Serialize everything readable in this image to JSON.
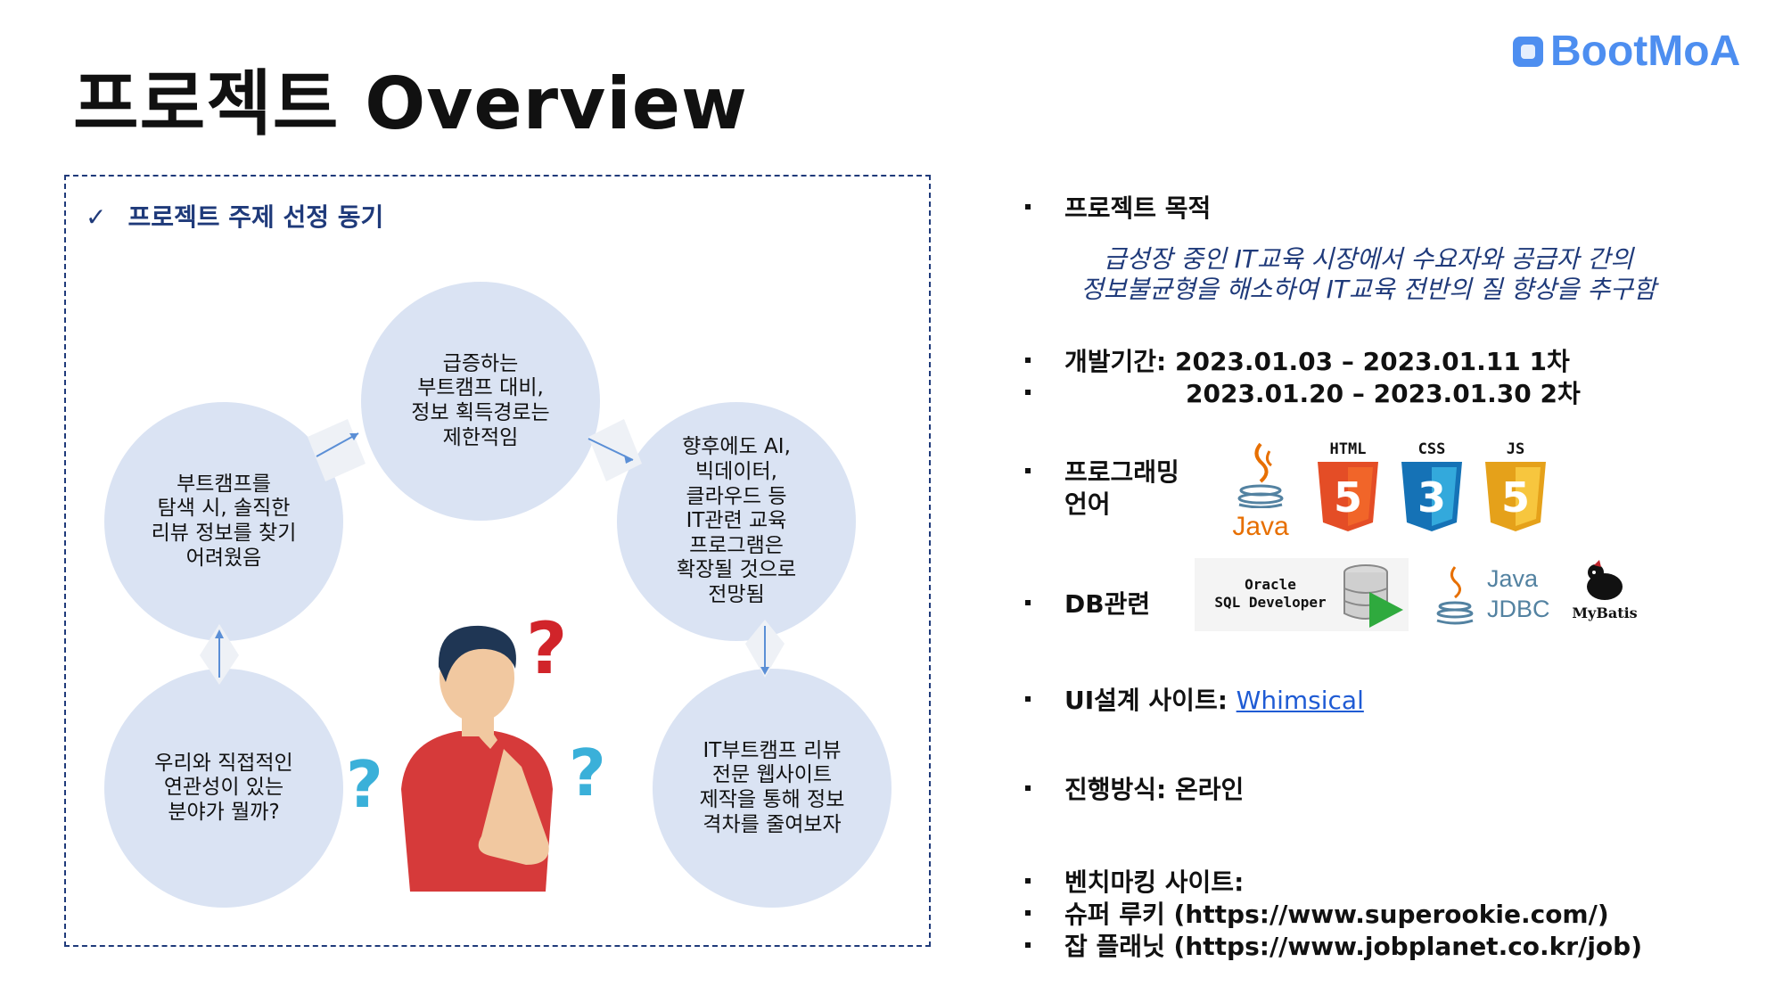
{
  "header": {
    "title": "프로젝트 Overview",
    "logo_text": "BootMoA",
    "logo_color": "#4d8ef0"
  },
  "motivation": {
    "heading": "프로젝트 주제 선정 동기",
    "check": "✓",
    "circles": {
      "top": "급증하는\n부트캠프 대비,\n정보 획득경로는\n제한적임",
      "left": "부트캠프를\n탐색 시, 솔직한\n리뷰 정보를 찾기\n어려웠음",
      "right": "향후에도  AI,\n빅데이터,\n클라우드 등\nIT관련 교육\n프로그램은\n확장될 것으로\n전망됨",
      "bottom_left": "우리와 직접적인\n연관성이 있는\n분야가 뭘까?",
      "bottom_right": "IT부트캠프 리뷰\n전문 웹사이트\n제작을 통해 정보\n격차를 줄여보자"
    },
    "circle_color": "#dae3f3"
  },
  "details": {
    "purpose_label": "프로젝트 목적",
    "purpose_text": "급성장 중인 IT교육 시장에서 수요자와 공급자 간의\n정보불균형을 해소하여 IT교육 전반의 질 향상을 추구함",
    "period_label": "개발기간: 2023.01.03 – 2023.01.11  1차",
    "period_second": "2023.01.20 – 2023.01.30   2차",
    "lang_label_1": "프로그래밍",
    "lang_label_2": "언어",
    "db_label": "DB관련",
    "ui_label": "UI설계 사이트: ",
    "ui_link": "Whimsical",
    "method_label": "진행방식: 온라인",
    "bench_label": "벤치마킹 사이트:",
    "bench_1": "슈퍼 루키 (https://www.superookie.com/)",
    "bench_2": "잡 플래닛 (https://www.jobplanet.co.kr/job)"
  },
  "tech": {
    "java": "Java",
    "html": "HTML",
    "css": "CSS",
    "js": "JS",
    "html_num": "5",
    "css_num": "3",
    "js_num": "5",
    "oracle_1": "Oracle",
    "oracle_2": "SQL Developer",
    "jdbc_1": "Java",
    "jdbc_2": "JDBC",
    "mybatis": "MyBatis"
  }
}
